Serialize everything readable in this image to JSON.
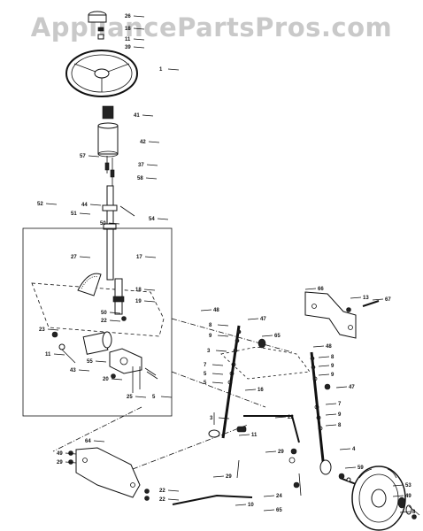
{
  "watermark": "AppliancePartsPros.com",
  "callouts": [
    "26",
    "18",
    "11",
    "39",
    "1",
    "41",
    "42",
    "57",
    "37",
    "58",
    "44",
    "51",
    "50",
    "54",
    "52",
    "27",
    "17",
    "18",
    "19",
    "50",
    "22",
    "23",
    "11",
    "43",
    "55",
    "20",
    "25",
    "5",
    "48",
    "8",
    "9",
    "3",
    "7",
    "5",
    "5",
    "3",
    "47",
    "16",
    "65",
    "48",
    "8",
    "9",
    "9",
    "47",
    "66",
    "13",
    "67",
    "7",
    "9",
    "8",
    "4",
    "22",
    "11",
    "29",
    "24",
    "65",
    "29",
    "64",
    "49",
    "10",
    "29",
    "59",
    "22",
    "22",
    "53",
    "49",
    "8"
  ]
}
